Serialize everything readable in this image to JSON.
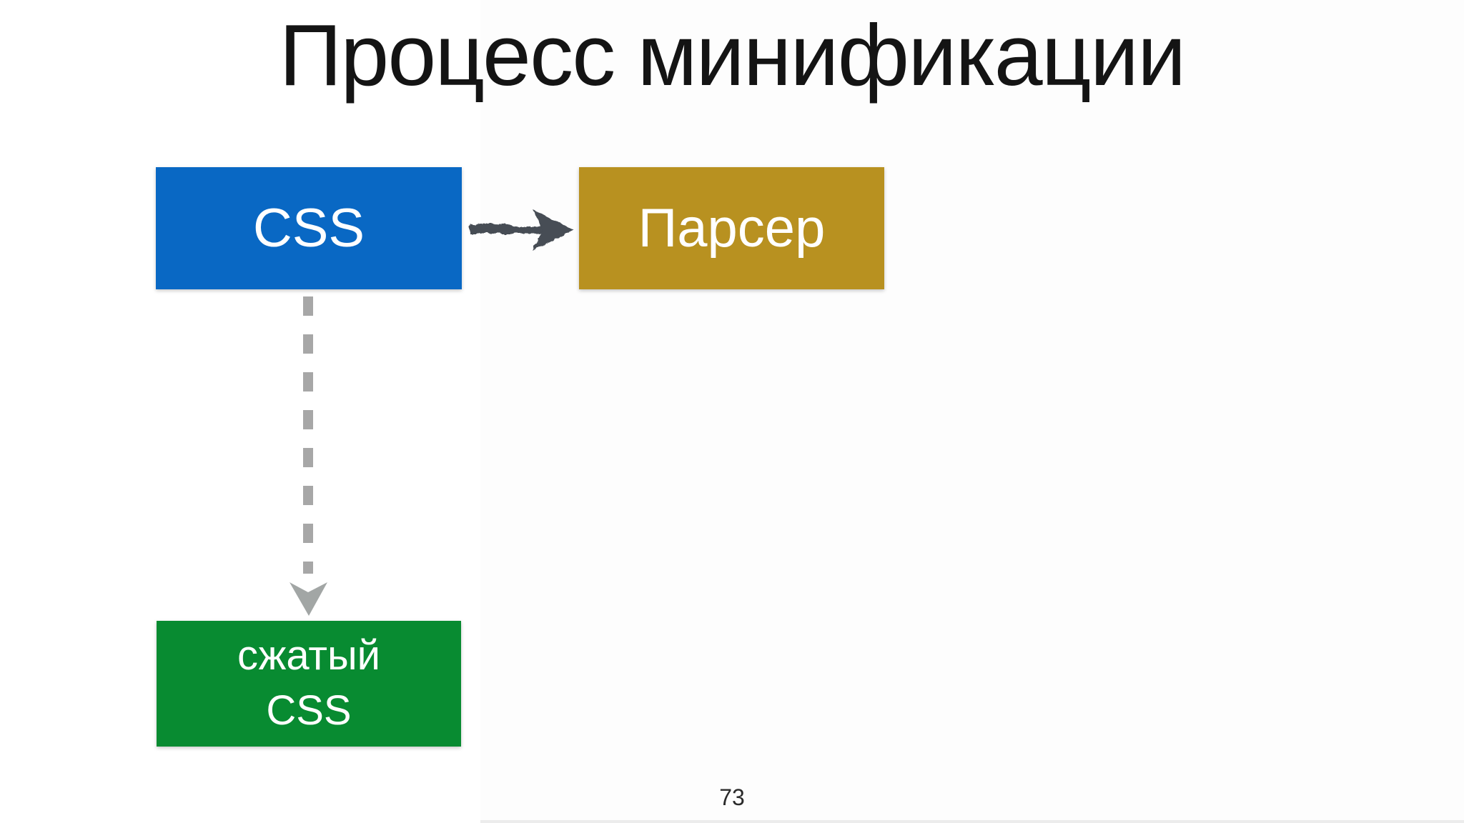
{
  "slide": {
    "title": "Процесс минификации",
    "page_number": "73",
    "background_color": "#ffffff",
    "tint_panel_color": "#fdfdfd",
    "bottom_edge_color": "#ececec",
    "title_color": "#141414"
  },
  "diagram": {
    "nodes": [
      {
        "id": "css-source",
        "label": "CSS",
        "color": "#0968c4",
        "text_color": "#ffffff"
      },
      {
        "id": "parser",
        "label": "Парсер",
        "color": "#b89120",
        "text_color": "#ffffff"
      },
      {
        "id": "compressed-css",
        "label_line1": "сжатый",
        "label_line2": "CSS",
        "color": "#088b31",
        "text_color": "#ffffff"
      }
    ],
    "edges": [
      {
        "from": "css-source",
        "to": "parser",
        "style": "solid-sketch",
        "color": "#464d54"
      },
      {
        "from": "css-source",
        "to": "compressed-css",
        "style": "dashed",
        "color": "#a7a7a7",
        "arrowhead_color": "#a2a6a5"
      }
    ]
  }
}
